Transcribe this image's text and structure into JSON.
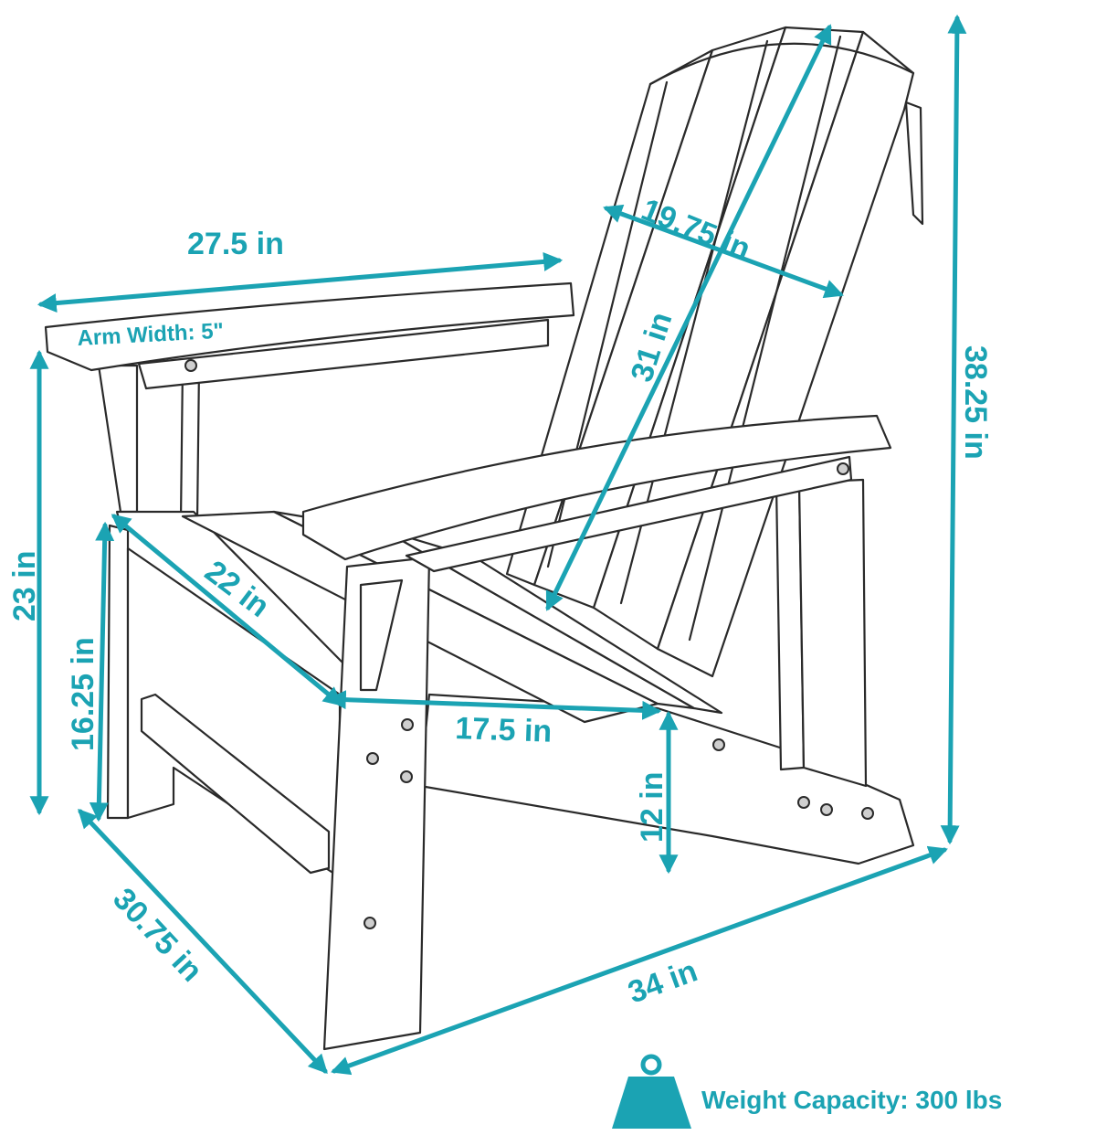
{
  "accent_color": "#1ba3b3",
  "dimensions": {
    "arm_length": "27.5 in",
    "arm_width": "Arm Width: 5\"",
    "back_width": "19.75 in",
    "back_height": "31 in",
    "overall_height": "38.25 in",
    "arm_height": "23 in",
    "seat_height": "16.25 in",
    "seat_depth": "22 in",
    "seat_width": "17.5 in",
    "foot_height": "12 in",
    "overall_depth": "30.75 in",
    "overall_width": "34 in"
  },
  "weight_capacity": "Weight Capacity: 300 lbs",
  "icons": [
    "weight-icon"
  ]
}
